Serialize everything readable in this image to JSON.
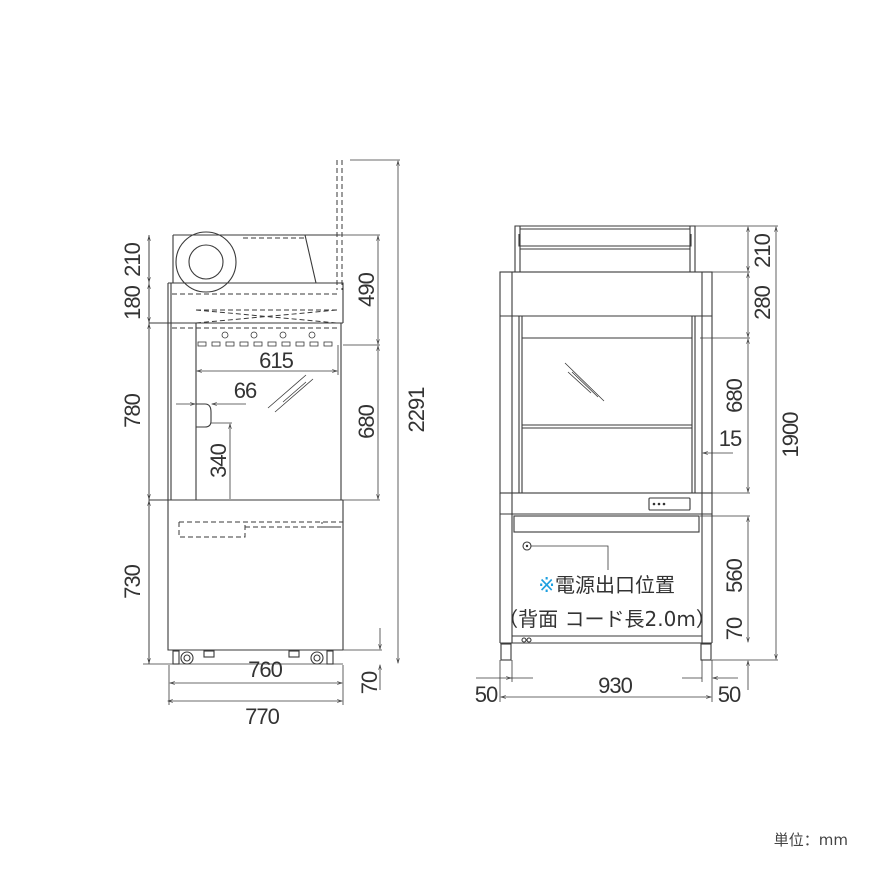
{
  "side_view": {
    "dims": {
      "h210": "210",
      "h180": "180",
      "h780": "780",
      "h730": "730",
      "h490": "490",
      "h680": "680",
      "h2291": "2291",
      "w615": "615",
      "w66": "66",
      "h340": "340",
      "w760": "760",
      "w770": "770",
      "h70": "70"
    }
  },
  "front_view": {
    "dims": {
      "h210": "210",
      "h280": "280",
      "h680": "680",
      "h1900": "1900",
      "w15": "15",
      "h560": "560",
      "h70": "70",
      "w930": "930",
      "w50_left": "50",
      "w50_right": "50"
    },
    "note_mark": "※",
    "note_line1": "電源出口位置",
    "note_line2": "（背面 コード長2.0m）"
  },
  "unit_label": "単位：mm",
  "colors": {
    "line": "#3a3a3a",
    "accent": "#1ea0e0"
  }
}
